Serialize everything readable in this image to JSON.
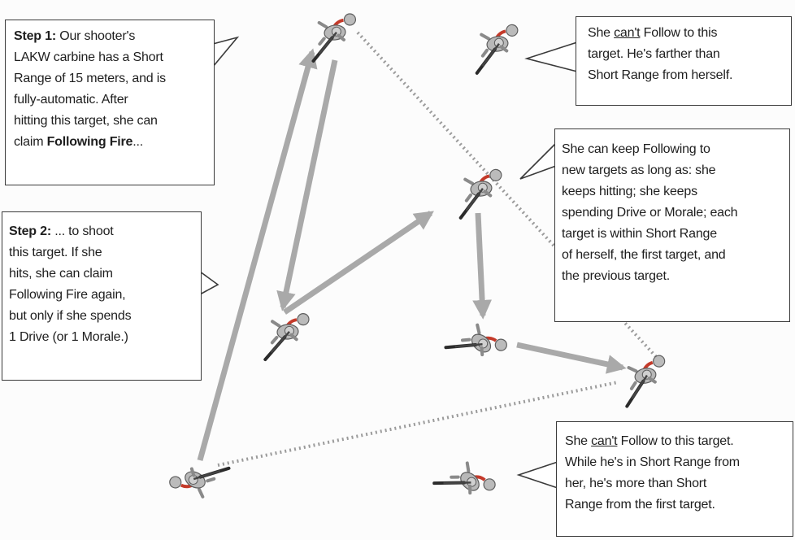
{
  "callouts": {
    "step1": {
      "lines": [
        {
          "bold": "Step 1:",
          "rest": " Our shooter's"
        },
        {
          "text": "LAKW carbine has a Short"
        },
        {
          "text": "Range of 15 meters, and is"
        },
        {
          "text": "fully-automatic.  After"
        },
        {
          "text": "hitting this target, she can"
        },
        {
          "pre": "claim ",
          "bold": "Following Fire",
          "rest": "..."
        }
      ]
    },
    "step2": {
      "lines": [
        {
          "bold": "Step 2:",
          "rest": " ... to shoot"
        },
        {
          "text": "this target.  If she"
        },
        {
          "text": "hits, she can claim"
        },
        {
          "text": "Following Fire again,"
        },
        {
          "text": "but only if she spends"
        },
        {
          "text": "1 Drive (or 1 Morale.)"
        }
      ]
    },
    "cant_far": {
      "lines": [
        {
          "pre": "She ",
          "under": "can't",
          "rest": " Follow to this"
        },
        {
          "text": "target. He's farther than"
        },
        {
          "text": "Short Range from herself."
        }
      ]
    },
    "keep_following": {
      "lines": [
        {
          "text": "She can keep Following to"
        },
        {
          "text": "new targets as long as: she"
        },
        {
          "text": "keeps hitting; she keeps"
        },
        {
          "text": "spending Drive or Morale; each"
        },
        {
          "text": "target is within Short Range"
        },
        {
          "text": "of herself, the first target, and"
        },
        {
          "text": "the previous target."
        }
      ]
    },
    "cant_first": {
      "lines": [
        {
          "pre": "She ",
          "under": "can't",
          "rest": " Follow to this target."
        },
        {
          "text": "While he's in Short Range from"
        },
        {
          "text": "her, he's more than Short"
        },
        {
          "text": "Range from the first target."
        }
      ]
    }
  },
  "colors": {
    "arrow": "#a9a9a9",
    "dotted": "#9b9b9b",
    "figure": "#b4b4b4",
    "figure_dark": "#6a6a6a",
    "weapon": "#2b2b2b",
    "base_red": "#c43a2a",
    "callout_border": "#3a3a3a"
  },
  "icons": {
    "figure": "soldier-figure-icon",
    "shooter": "shooter-figure-icon"
  }
}
